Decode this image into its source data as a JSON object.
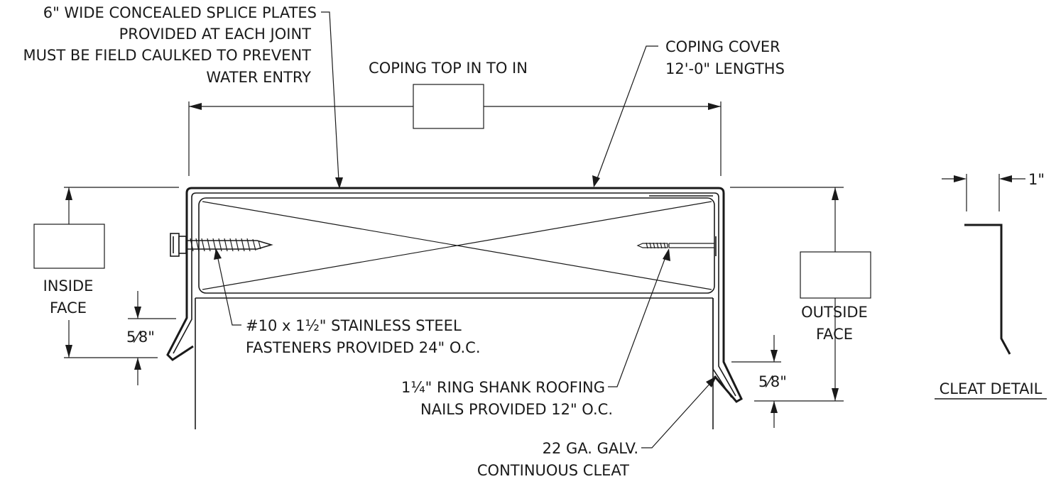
{
  "labels": {
    "splice_1": "6\" WIDE CONCEALED SPLICE PLATES",
    "splice_2": "PROVIDED AT EACH JOINT",
    "splice_3": "MUST BE FIELD CAULKED TO PREVENT",
    "splice_4": "WATER ENTRY",
    "coping_top": "COPING TOP IN TO IN",
    "coping_cover_1": "COPING COVER",
    "coping_cover_2": "12'-0\" LENGTHS",
    "inside_face_1": "INSIDE",
    "inside_face_2": "FACE",
    "outside_face_1": "OUTSIDE",
    "outside_face_2": "FACE",
    "fastener_1": "#10 x 1½\" STAINLESS STEEL",
    "fastener_2": "FASTENERS PROVIDED 24\" O.C.",
    "nails_1": "1¼\" RING SHANK ROOFING",
    "nails_2": "NAILS PROVIDED 12\" O.C.",
    "cleat_1": "22 GA. GALV.",
    "cleat_2": "CONTINUOUS CLEAT",
    "cleat_detail": "CLEAT DETAIL",
    "cleat_dim": "1\"",
    "dim_left": "5⁄8\"",
    "dim_right": "5⁄8\""
  }
}
